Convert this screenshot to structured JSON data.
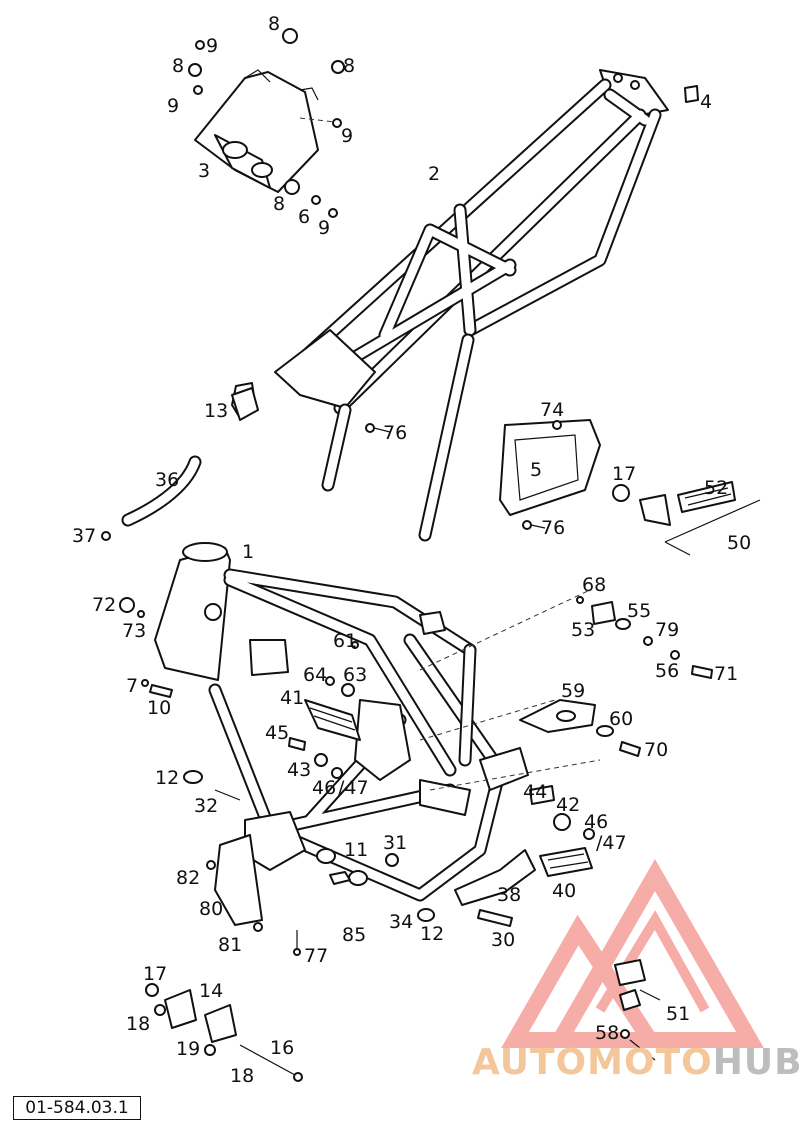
{
  "diagram": {
    "reference": "01-584.03.1",
    "watermark": {
      "part1": "AUTOMOTO",
      "part2": "HUB",
      "colors": [
        "#f3c79a",
        "#bdbdbd",
        "#ef6b60"
      ]
    },
    "callouts": [
      {
        "id": "c1",
        "text": "1"
      },
      {
        "id": "c2",
        "text": "2"
      },
      {
        "id": "c3",
        "text": "3"
      },
      {
        "id": "c4",
        "text": "4"
      },
      {
        "id": "c5",
        "text": "5"
      },
      {
        "id": "c6",
        "text": "6"
      },
      {
        "id": "c7",
        "text": "7"
      },
      {
        "id": "c8a",
        "text": "8"
      },
      {
        "id": "c8b",
        "text": "8"
      },
      {
        "id": "c8c",
        "text": "8"
      },
      {
        "id": "c8d",
        "text": "8"
      },
      {
        "id": "c9a",
        "text": "9"
      },
      {
        "id": "c9b",
        "text": "9"
      },
      {
        "id": "c9c",
        "text": "9"
      },
      {
        "id": "c9d",
        "text": "9"
      },
      {
        "id": "c10",
        "text": "10"
      },
      {
        "id": "c11",
        "text": "11"
      },
      {
        "id": "c12a",
        "text": "12"
      },
      {
        "id": "c12b",
        "text": "12"
      },
      {
        "id": "c13",
        "text": "13"
      },
      {
        "id": "c14",
        "text": "14"
      },
      {
        "id": "c16",
        "text": "16"
      },
      {
        "id": "c17a",
        "text": "17"
      },
      {
        "id": "c17b",
        "text": "17"
      },
      {
        "id": "c18a",
        "text": "18"
      },
      {
        "id": "c18b",
        "text": "18"
      },
      {
        "id": "c19",
        "text": "19"
      },
      {
        "id": "c30",
        "text": "30"
      },
      {
        "id": "c31",
        "text": "31"
      },
      {
        "id": "c32",
        "text": "32"
      },
      {
        "id": "c34",
        "text": "34"
      },
      {
        "id": "c36",
        "text": "36"
      },
      {
        "id": "c37",
        "text": "37"
      },
      {
        "id": "c38",
        "text": "38"
      },
      {
        "id": "c40",
        "text": "40"
      },
      {
        "id": "c41",
        "text": "41"
      },
      {
        "id": "c42",
        "text": "42"
      },
      {
        "id": "c43",
        "text": "43"
      },
      {
        "id": "c44",
        "text": "44"
      },
      {
        "id": "c45",
        "text": "45"
      },
      {
        "id": "c46a",
        "text": "46"
      },
      {
        "id": "c47a",
        "text": "/47"
      },
      {
        "id": "c46b",
        "text": "46"
      },
      {
        "id": "c47b",
        "text": "/47"
      },
      {
        "id": "c50",
        "text": "50"
      },
      {
        "id": "c51",
        "text": "51"
      },
      {
        "id": "c52",
        "text": "52"
      },
      {
        "id": "c53",
        "text": "53"
      },
      {
        "id": "c55",
        "text": "55"
      },
      {
        "id": "c56",
        "text": "56"
      },
      {
        "id": "c58",
        "text": "58"
      },
      {
        "id": "c59",
        "text": "59"
      },
      {
        "id": "c60",
        "text": "60"
      },
      {
        "id": "c61",
        "text": "61"
      },
      {
        "id": "c63",
        "text": "63"
      },
      {
        "id": "c64",
        "text": "64"
      },
      {
        "id": "c68",
        "text": "68"
      },
      {
        "id": "c70",
        "text": "70"
      },
      {
        "id": "c71",
        "text": "71"
      },
      {
        "id": "c72",
        "text": "72"
      },
      {
        "id": "c73",
        "text": "73"
      },
      {
        "id": "c74",
        "text": "74"
      },
      {
        "id": "c76a",
        "text": "76"
      },
      {
        "id": "c76b",
        "text": "76"
      },
      {
        "id": "c77",
        "text": "77"
      },
      {
        "id": "c79",
        "text": "79"
      },
      {
        "id": "c80",
        "text": "80"
      },
      {
        "id": "c81",
        "text": "81"
      },
      {
        "id": "c82",
        "text": "82"
      },
      {
        "id": "c85",
        "text": "85"
      }
    ]
  }
}
